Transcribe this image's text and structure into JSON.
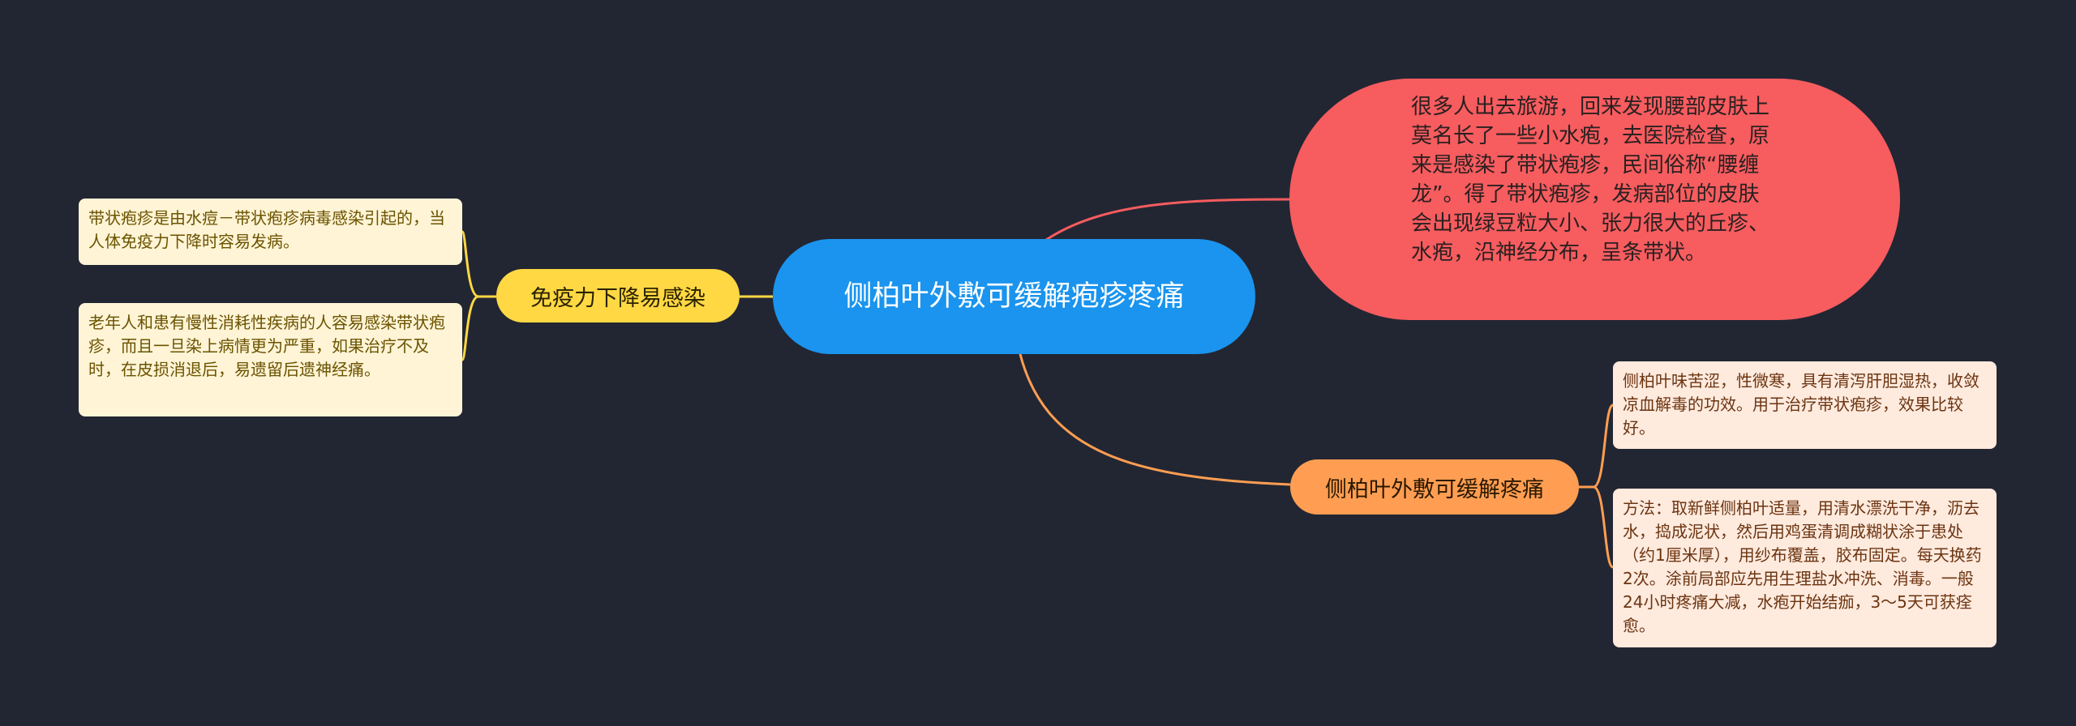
{
  "center": {
    "label": "侧柏叶外敷可缓解疱疹疼痛"
  },
  "intro": {
    "text": "很多人出去旅游，回来发现腰部皮肤上莫名长了一些小水疱，去医院检查，原来是感染了带状疱疹，民间俗称“腰缠龙”。得了带状疱疹，发病部位的皮肤会出现绿豆粒大小、张力很大的丘疹、水疱，沿神经分布，呈条带状。"
  },
  "left_branch": {
    "label": "免疫力下降易感染",
    "leaves": [
      "带状疱疹是由水痘－带状疱疹病毒感染引起的，当人体免疫力下降时容易发病。",
      "老年人和患有慢性消耗性疾病的人容易感染带状疱疹，而且一旦染上病情更为严重，如果治疗不及时，在皮损消退后，易遗留后遗神经痛。"
    ]
  },
  "right_branch": {
    "label": "侧柏叶外敷可缓解疼痛",
    "leaves": [
      "侧柏叶味苦涩，性微寒，具有清泻肝胆湿热，收敛凉血解毒的功效。用于治疗带状疱疹，效果比较好。",
      "方法：取新鲜侧柏叶适量，用清水漂洗干净，沥去水，捣成泥状，然后用鸡蛋清调成糊状涂于患处（约1厘米厚），用纱布覆盖，胶布固定。每天换药2次。涂前局部应先用生理盐水冲洗、消毒。一般24小时疼痛大减，水疱开始结痂，3～5天可获痊愈。"
    ]
  },
  "colors": {
    "background": "#222633",
    "center": "#1a94ee",
    "intro": "#f75c5f",
    "left_branch": "#ffd843",
    "right_branch": "#ff9e52"
  }
}
